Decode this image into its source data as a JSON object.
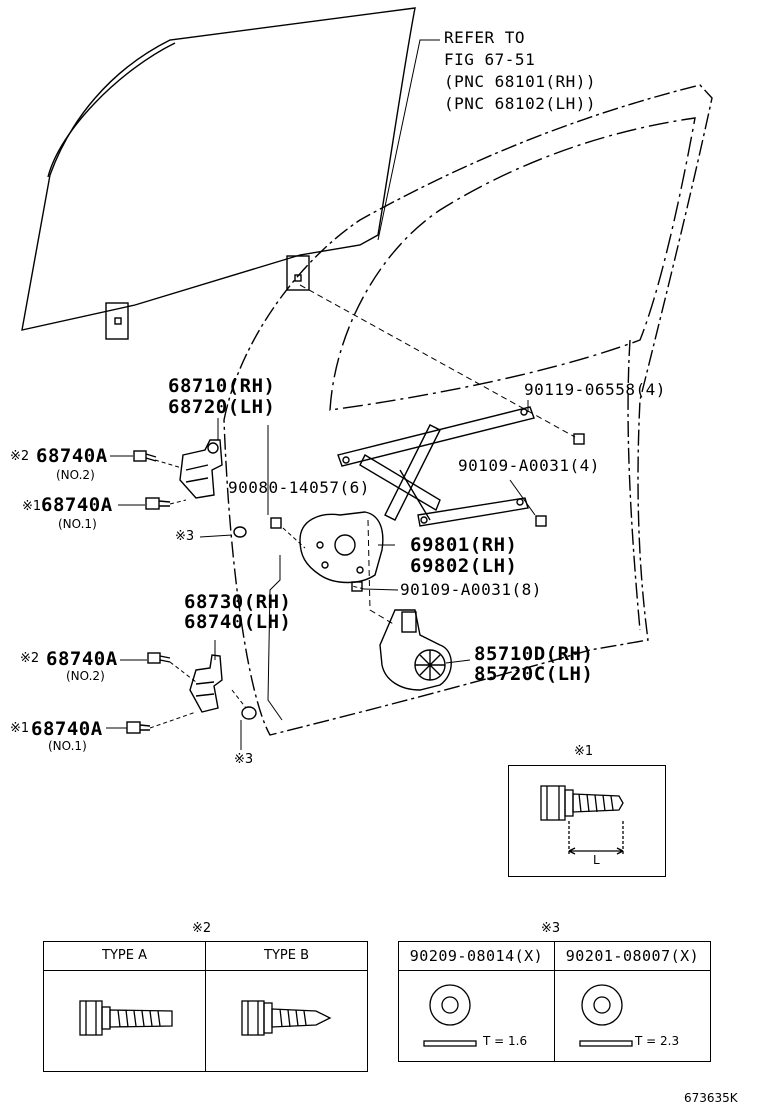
{
  "callouts": {
    "refer1": "REFER TO",
    "refer2": "FIG 67-51",
    "refer3": "(PNC 68101(RH))",
    "refer4": "(PNC 68102(LH))",
    "p68710": "68710(RH)",
    "p68720": "68720(LH)",
    "p68740a_top2": "68740A",
    "no2_top": "(NO.2)",
    "p68740a_top1": "68740A",
    "no1_top": "(NO.1)",
    "mark3_mid": "※3",
    "p90080": "90080-14057(6)",
    "p90119": "90119-06558(4)",
    "p90109_4": "90109-A0031(4)",
    "p69801": "69801(RH)",
    "p69802": "69802(LH)",
    "p90109_8": "90109-A0031(8)",
    "p68730": "68730(RH)",
    "p68740": "68740(LH)",
    "p68740a_bot2": "68740A",
    "no2_bot": "(NO.2)",
    "p68740a_bot1": "68740A",
    "no1_bot": "(NO.1)",
    "mark3_bot": "※3",
    "p85710": "85710D(RH)",
    "p85720": "85720C(LH)",
    "mark2_top": "※2",
    "mark1_top": "※1",
    "mark2_bot": "※2",
    "mark1_bot": "※1"
  },
  "detail1": {
    "title": "※1",
    "dim": "L"
  },
  "detail2": {
    "title": "※2",
    "col_a": "TYPE A",
    "col_b": "TYPE B"
  },
  "detail3": {
    "title": "※3",
    "col_a": "90209-08014(X)",
    "col_b": "90201-08007(X)",
    "thick_a": "T = 1.6",
    "thick_b": "T = 2.3"
  },
  "figure_id": "673635K"
}
